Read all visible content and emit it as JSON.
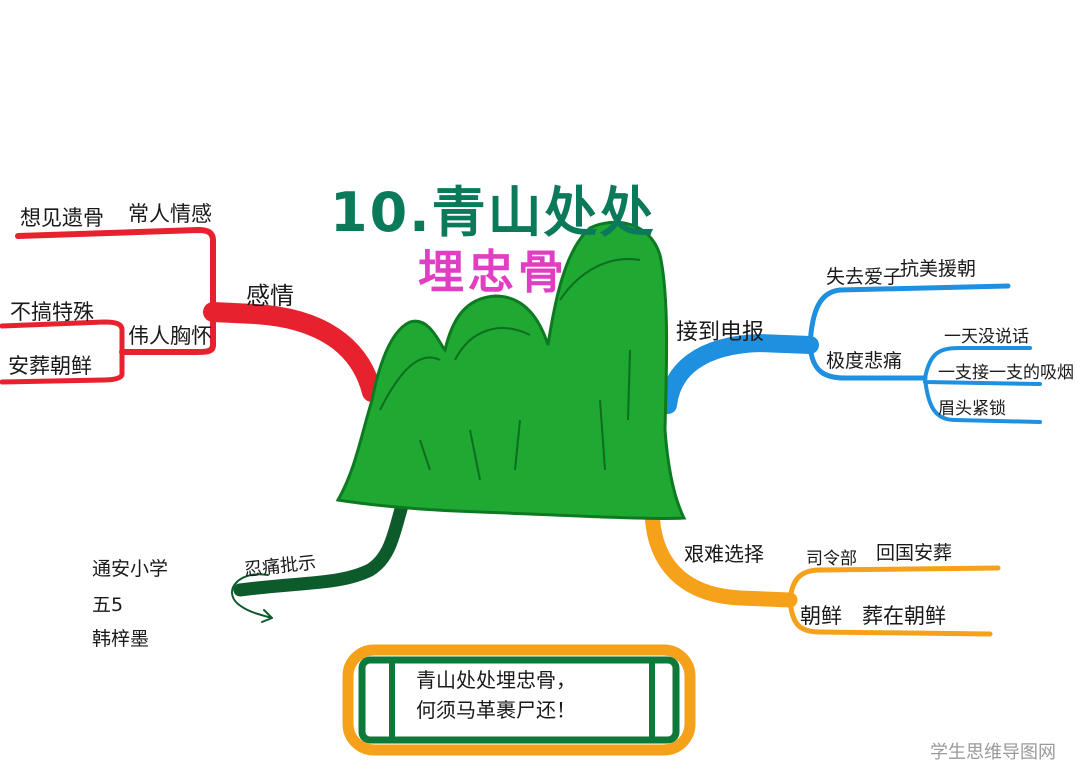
{
  "title": {
    "main": "10.青山处处",
    "sub": "埋忠骨"
  },
  "branches": {
    "emotion": {
      "label": "感情",
      "items": [
        "想见遗骨",
        "常人情感",
        "不搞特殊",
        "伟人胸怀",
        "安葬朝鲜"
      ]
    },
    "telegram": {
      "label": "接到电报",
      "items": [
        "失去爱子",
        "抗美援朝",
        "极度悲痛",
        "一天没说话",
        "一支接一支的吸烟",
        "眉头紧锁"
      ]
    },
    "choice": {
      "label": "艰难选择",
      "items": [
        "司令部",
        "回国安葬",
        "朝鲜",
        "葬在朝鲜"
      ]
    },
    "pain": {
      "label": "忍痛批示"
    }
  },
  "author": {
    "school": "通安小学",
    "class": "五5",
    "name": "韩梓墨"
  },
  "poem": {
    "line1": "青山处处埋忠骨，",
    "line2": "何须马革裹尸还！"
  },
  "watermark": "学生思维导图网",
  "colors": {
    "red": "#e8212f",
    "blue": "#1f8fe0",
    "orange": "#f5a11a",
    "darkgreen": "#0d5a2a",
    "green": "#1fa832",
    "pink": "#e03fc4",
    "titlegreen": "#0b7a5a"
  }
}
